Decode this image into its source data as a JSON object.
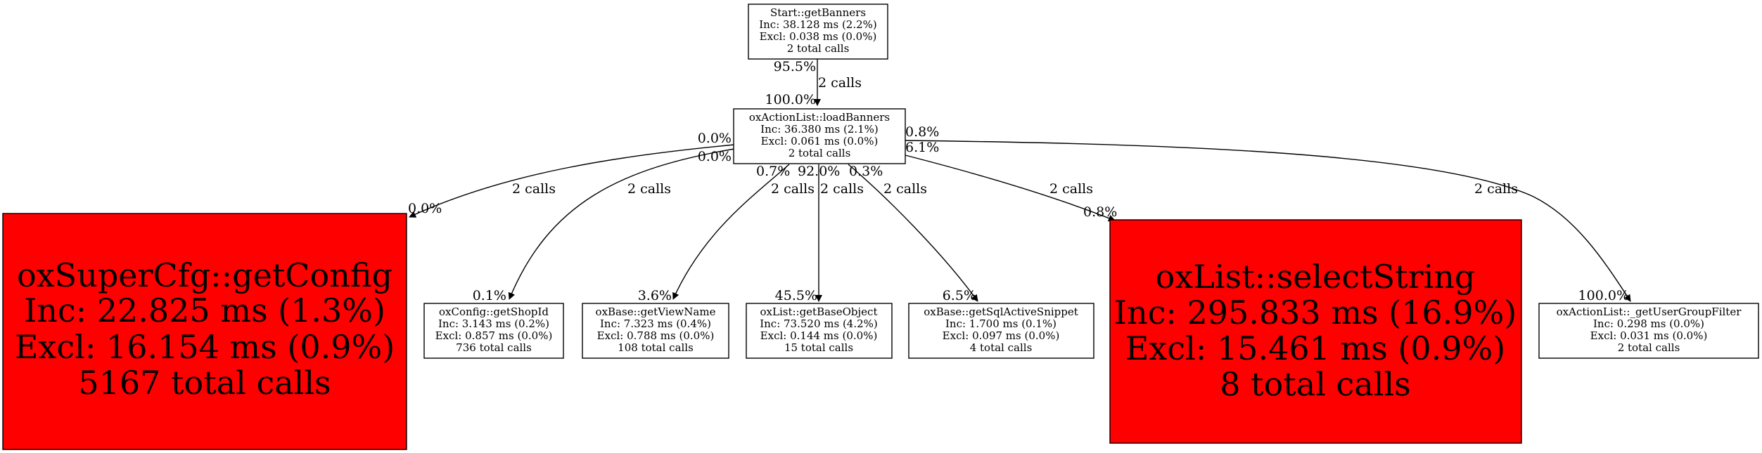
{
  "title": "Call graph: Start::getBanners",
  "colors": {
    "hot": "#ff0000",
    "normal": "#ffffff",
    "stroke": "#000000"
  },
  "nodes": [
    {
      "id": "start",
      "name": "Start::getBanners",
      "inc": "Inc: 38.128 ms (2.2%)",
      "excl": "Excl: 0.038 ms (0.0%)",
      "calls": "2 total calls",
      "hot": false
    },
    {
      "id": "loadBanners",
      "name": "oxActionList::loadBanners",
      "inc": "Inc: 36.380 ms (2.1%)",
      "excl": "Excl: 0.061 ms (0.0%)",
      "calls": "2 total calls",
      "hot": false
    },
    {
      "id": "getConfig",
      "name": "oxSuperCfg::getConfig",
      "inc": "Inc: 22.825 ms (1.3%)",
      "excl": "Excl: 16.154 ms (0.9%)",
      "calls": "5167 total calls",
      "hot": true
    },
    {
      "id": "getShopId",
      "name": "oxConfig::getShopId",
      "inc": "Inc: 3.143 ms (0.2%)",
      "excl": "Excl: 0.857 ms (0.0%)",
      "calls": "736 total calls",
      "hot": false
    },
    {
      "id": "getViewName",
      "name": "oxBase::getViewName",
      "inc": "Inc: 7.323 ms (0.4%)",
      "excl": "Excl: 0.788 ms (0.0%)",
      "calls": "108 total calls",
      "hot": false
    },
    {
      "id": "getBaseObject",
      "name": "oxList::getBaseObject",
      "inc": "Inc: 73.520 ms (4.2%)",
      "excl": "Excl: 0.144 ms (0.0%)",
      "calls": "15 total calls",
      "hot": false
    },
    {
      "id": "getSqlActiveSnippet",
      "name": "oxBase::getSqlActiveSnippet",
      "inc": "Inc: 1.700 ms (0.1%)",
      "excl": "Excl: 0.097 ms (0.0%)",
      "calls": "4 total calls",
      "hot": false
    },
    {
      "id": "selectString",
      "name": "oxList::selectString",
      "inc": "Inc: 295.833 ms (16.9%)",
      "excl": "Excl: 15.461 ms (0.9%)",
      "calls": "8 total calls",
      "hot": true
    },
    {
      "id": "getUserGroupFilter",
      "name": "oxActionList::_getUserGroupFilter",
      "inc": "Inc: 0.298 ms (0.0%)",
      "excl": "Excl: 0.031 ms (0.0%)",
      "calls": "2 total calls",
      "hot": false
    }
  ],
  "edges": [
    {
      "from": "start",
      "to": "loadBanners",
      "label": "2 calls",
      "tail": "95.5%",
      "head": "100.0%"
    },
    {
      "from": "loadBanners",
      "to": "getConfig",
      "label": "2 calls",
      "tail": "0.0%",
      "head": "0.0%"
    },
    {
      "from": "loadBanners",
      "to": "getShopId",
      "label": "2 calls",
      "tail": "0.0%",
      "head": "0.1%"
    },
    {
      "from": "loadBanners",
      "to": "getViewName",
      "label": "2 calls",
      "tail": "0.7%",
      "head": "3.6%"
    },
    {
      "from": "loadBanners",
      "to": "getBaseObject",
      "label": "2 calls",
      "tail": "92.0%",
      "head": "45.5%"
    },
    {
      "from": "loadBanners",
      "to": "getSqlActiveSnippet",
      "label": "2 calls",
      "tail": "0.3%",
      "head": "6.5%"
    },
    {
      "from": "loadBanners",
      "to": "selectString",
      "label": "2 calls",
      "tail": "6.1%",
      "head": "0.8%"
    },
    {
      "from": "loadBanners",
      "to": "getUserGroupFilter",
      "label": "2 calls",
      "tail": "0.8%",
      "head": "100.0%"
    }
  ]
}
